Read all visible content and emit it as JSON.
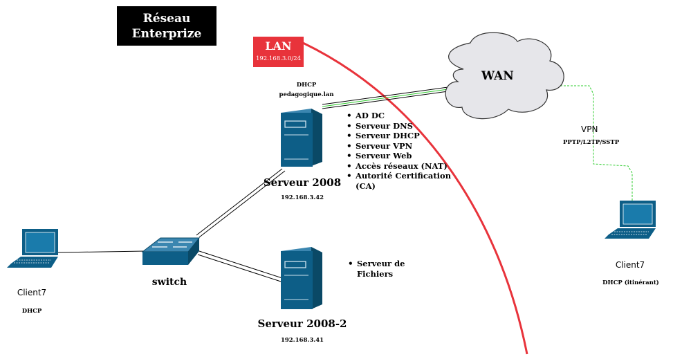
{
  "title": {
    "line1": "Réseau",
    "line2": "Enterprize"
  },
  "lan": {
    "label": "LAN",
    "subnet": "192.168.3.0/24"
  },
  "wan": {
    "label": "WAN"
  },
  "dhcp_domain": {
    "line1": "DHCP",
    "line2": "pedagogique.lan"
  },
  "server1": {
    "name": "Serveur 2008",
    "ip": "192.168.3.42",
    "roles": [
      "AD DC",
      "Serveur DNS",
      "Serveur DHCP",
      "Serveur VPN",
      "Serveur Web",
      "Accès réseaux (NAT)",
      "Autorité Certification (CA)"
    ]
  },
  "server2": {
    "name": "Serveur 2008-2",
    "ip": "192.168.3.41",
    "roles": [
      "Serveur de Fichiers"
    ]
  },
  "switch": {
    "label": "switch"
  },
  "client_left": {
    "name": "Client7",
    "mode": "DHCP"
  },
  "client_right": {
    "name": "Client7",
    "mode": "DHCP (itinérant)"
  },
  "vpn": {
    "label": "VPN",
    "protocols": "PPTP/L2TP/SSTP"
  },
  "colors": {
    "device_blue": "#0d5e87",
    "device_dark": "#0a4966",
    "lan_red": "#e8333b",
    "vpn_green": "#2ecc2e",
    "cloud_fill": "#e6e6ea"
  }
}
